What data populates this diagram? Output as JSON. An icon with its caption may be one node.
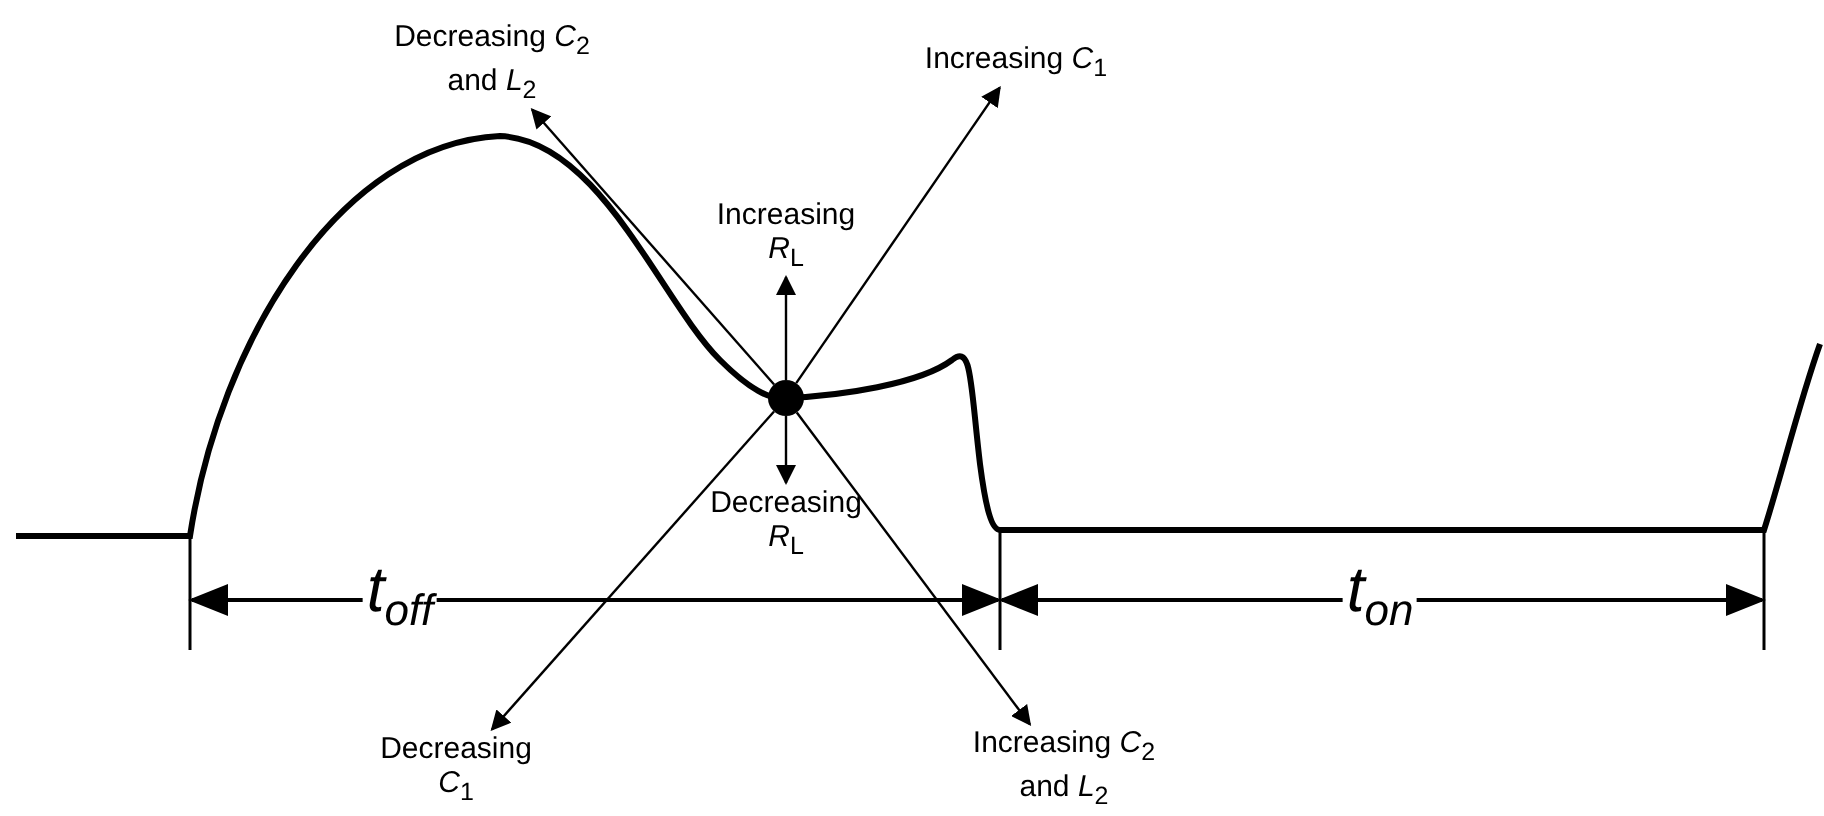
{
  "diagram": {
    "nodes": [
      {
        "text": [
          "Decreasing *C*$_{2}$ and *L*$_{2}$"
        ]
      },
      {
        "text": [
          "Increasing *C*$_{1}$"
        ]
      },
      {
        "text": [
          "Increasing *R*$_{L}$"
        ]
      },
      {
        "text": [],
        "shape": "circle"
      },
      {
        "text": [
          "Decreasing *R*$_{L}$"
        ]
      },
      {
        "text": [
          "Decreasing *C*$_{1}$"
        ]
      },
      {
        "text": [
          "Increasing *C*$_{2}$ and *L*$_{2}$"
        ]
      }
    ],
    "edges": [
      {
        "from": 3,
        "to": 0,
        "arrow": "to"
      },
      {
        "from": 3,
        "to": 1,
        "arrow": "to"
      },
      {
        "from": 3,
        "to": 2,
        "arrow": "to"
      },
      {
        "from": 3,
        "to": 4,
        "arrow": "to"
      },
      {
        "from": 3,
        "to": 5,
        "arrow": "to"
      },
      {
        "from": 3,
        "to": 6,
        "arrow": "to"
      }
    ],
    "labels": [
      "t$_{off}$",
      "t$_{on}$"
    ]
  }
}
